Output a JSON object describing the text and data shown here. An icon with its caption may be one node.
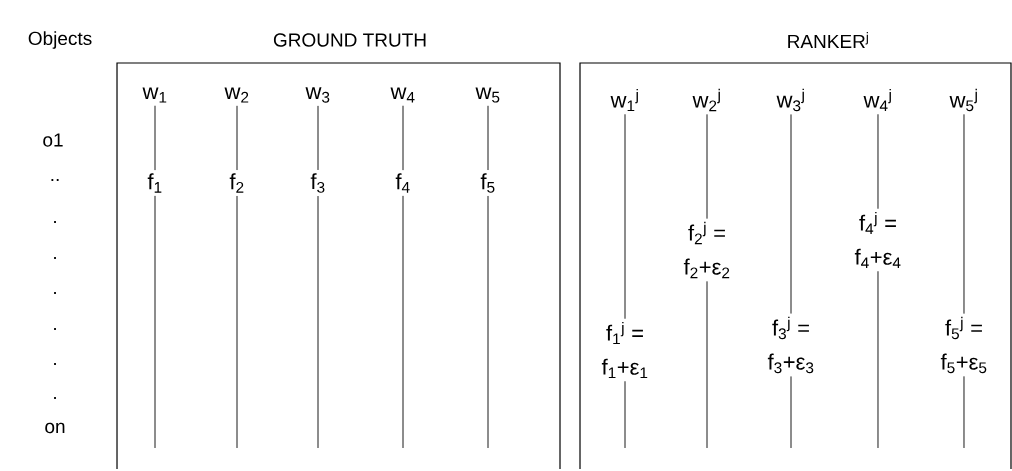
{
  "diagram": {
    "nodes": [
      {
        "text": [
          "GROUND TRUTH"
        ]
      },
      {
        "text": [
          "w$_{1}$"
        ],
        "in": 0
      },
      {
        "text": [
          "w$_{2}$"
        ],
        "in": 0
      },
      {
        "text": [
          "w$_{3}$"
        ],
        "in": 0
      },
      {
        "text": [
          "w$_{4}$"
        ],
        "in": 0
      },
      {
        "text": [
          "w$_{5}$"
        ],
        "in": 0
      },
      {
        "text": [
          "f$_{1}$"
        ],
        "in": 0
      },
      {
        "text": [
          "f$_{2}$"
        ],
        "in": 0
      },
      {
        "text": [
          "f$_{3}$"
        ],
        "in": 0
      },
      {
        "text": [
          "f$_{4}$"
        ],
        "in": 0
      },
      {
        "text": [
          "f$_{5}$"
        ],
        "in": 0
      },
      {
        "text": [
          "RANKER$^{j}$"
        ]
      },
      {
        "text": [
          "w$_{1}$$^{j}$"
        ],
        "in": 11
      },
      {
        "text": [
          "w$_{2}$$^{j}$"
        ],
        "in": 11
      },
      {
        "text": [
          "w$_{3}$$^{j}$"
        ],
        "in": 11
      },
      {
        "text": [
          "w$_{4}$$^{j}$"
        ],
        "in": 11
      },
      {
        "text": [
          "w$_{5}$$^{j}$"
        ],
        "in": 11
      },
      {
        "text": [
          "f$_{1}$$^{j}$ =",
          "f$_{1}$+ε$_{1}$"
        ],
        "in": 11
      },
      {
        "text": [
          "f$_{2}$$^{j}$ =",
          "f$_{2}$+ε$_{2}$"
        ],
        "in": 11
      },
      {
        "text": [
          "f$_{3}$$^{j}$ =",
          "f$_{3}$+ε$_{3}$"
        ],
        "in": 11
      },
      {
        "text": [
          "f$_{4}$$^{j}$ =",
          "f$_{4}$+ε$_{4}$"
        ],
        "in": 11
      },
      {
        "text": [
          "f$_{5}$$^{j}$ =",
          "f$_{5}$+ε$_{5}$"
        ],
        "in": 11
      }
    ],
    "edges": [
      {
        "from": 1,
        "to": 6,
        "arrow": "none"
      },
      {
        "from": 2,
        "to": 7,
        "arrow": "none"
      },
      {
        "from": 3,
        "to": 8,
        "arrow": "none"
      },
      {
        "from": 4,
        "to": 9,
        "arrow": "none"
      },
      {
        "from": 5,
        "to": 10,
        "arrow": "none"
      },
      {
        "from": 6,
        "to": null,
        "arrow": "none"
      },
      {
        "from": 7,
        "to": null,
        "arrow": "none"
      },
      {
        "from": 8,
        "to": null,
        "arrow": "none"
      },
      {
        "from": 9,
        "to": null,
        "arrow": "none"
      },
      {
        "from": 10,
        "to": null,
        "arrow": "none"
      },
      {
        "from": 12,
        "to": 17,
        "arrow": "none"
      },
      {
        "from": 13,
        "to": 18,
        "arrow": "none"
      },
      {
        "from": 14,
        "to": 19,
        "arrow": "none"
      },
      {
        "from": 15,
        "to": 20,
        "arrow": "none"
      },
      {
        "from": 16,
        "to": 21,
        "arrow": "none"
      },
      {
        "from": 17,
        "to": null,
        "arrow": "none"
      },
      {
        "from": 18,
        "to": null,
        "arrow": "none"
      },
      {
        "from": 19,
        "to": null,
        "arrow": "none"
      },
      {
        "from": 20,
        "to": null,
        "arrow": "none"
      },
      {
        "from": 21,
        "to": null,
        "arrow": "none"
      }
    ],
    "labels": [
      "Objects",
      "o1",
      "..",
      ".",
      ".",
      ".",
      ".",
      ".",
      ".",
      "on"
    ]
  }
}
